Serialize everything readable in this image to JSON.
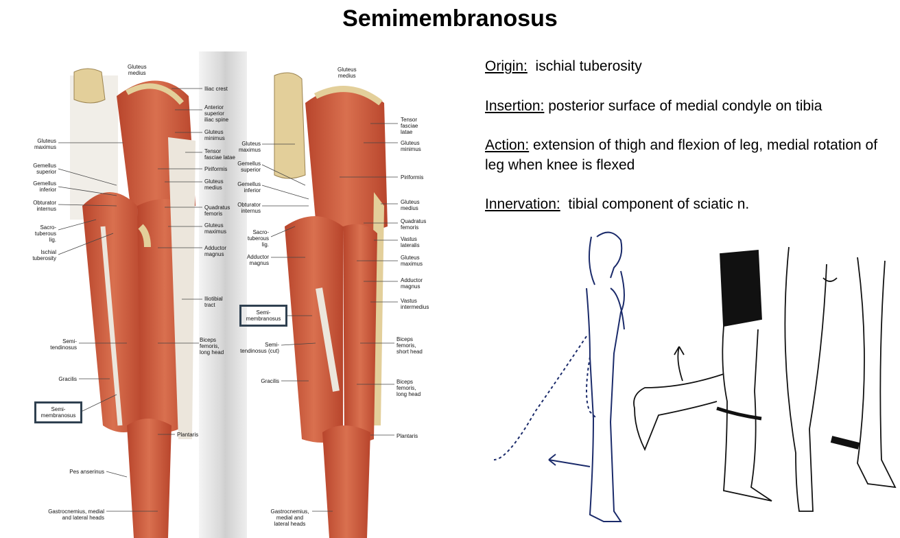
{
  "title": "Semimembranosus",
  "info": {
    "origin": {
      "label": "Origin:",
      "text": "ischial tuberosity"
    },
    "insertion": {
      "label": "Insertion:",
      "text": "posterior surface of medial condyle on tibia"
    },
    "action": {
      "label": "Action:",
      "text": "extension of thigh and flexion of leg, medial rotation of leg when knee is flexed"
    },
    "innervation": {
      "label": "Innervation:",
      "text": "tibial component of sciatic n."
    }
  },
  "left_plate_labels": {
    "gluteus_medius_top": "Gluteus\nmedius",
    "iliac_crest": "Iliac crest",
    "asis": "Anterior\nsuperior\niliac spine",
    "gluteus_minimus": "Gluteus\nminimus",
    "tfl": "Tensor\nfasciae latae",
    "piriformis": "Piriformis",
    "gluteus_medius": "Gluteus\nmedius",
    "quadratus": "Quadratus\nfemoris",
    "gluteus_maximus_r": "Gluteus\nmaximus",
    "adductor_magnus": "Adductor\nmagnus",
    "iliotibial": "Iliotibial\ntract",
    "biceps_long": "Biceps\nfemoris,\nlong head",
    "plantaris": "Plantaris",
    "gluteus_maximus_l": "Gluteus\nmaximus",
    "gemellus_sup": "Gemellus\nsuperior",
    "gemellus_inf": "Gemellus\ninferior",
    "obturator": "Obturator\ninternus",
    "sacrotuberous": "Sacro-\ntuberous\nlig.",
    "ischial": "Ischial\ntuberosity",
    "semitendinosus": "Semi-\ntendinosus",
    "gracilis": "Gracilis",
    "semimembranosus": "Semi-\nmembranosus",
    "pes": "Pes anserinus",
    "gastroc": "Gastrocnemius, medial\nand lateral heads"
  },
  "right_plate_labels": {
    "gluteus_medius_top": "Gluteus\nmedius",
    "tfl": "Tensor\nfasciae\nlatae",
    "gluteus_minimus": "Gluteus\nminimus",
    "piriformis": "Piriformis",
    "gluteus_medius": "Gluteus\nmedius",
    "quadratus": "Quadratus\nfemoris",
    "vastus_lat": "Vastus\nlateralis",
    "gluteus_maximus": "Gluteus\nmaximus",
    "adductor_magnus_r": "Adductor\nmagnus",
    "vastus_int": "Vastus\nintermedius",
    "biceps_short": "Biceps\nfemoris,\nshort head",
    "biceps_long": "Biceps\nfemoris,\nlong head",
    "plantaris": "Plantaris",
    "gluteus_maximus_l": "Gluteus\nmaximus",
    "gemellus_sup": "Gemellus\nsuperior",
    "gemellus_inf": "Gemellus\ninferior",
    "obturator": "Obturator\ninternus",
    "sacrotuberous": "Sacro-\ntuberous\nlig.",
    "adductor_magnus_l": "Adductor\nmagnus",
    "semimembranosus": "Semi-\nmembranosus",
    "semitendinosus_cut": "Semi-\ntendinosus (cut)",
    "gracilis": "Gracilis",
    "gastroc": "Gastrocnemius,\nmedial and\nlateral heads"
  },
  "colors": {
    "muscle": "#c8553a",
    "muscle_light": "#e08a6a",
    "tendon": "#ece6dc",
    "bone": "#e3cf9a",
    "box_border": "#2f4050",
    "figure_line": "#1a2a6a"
  }
}
